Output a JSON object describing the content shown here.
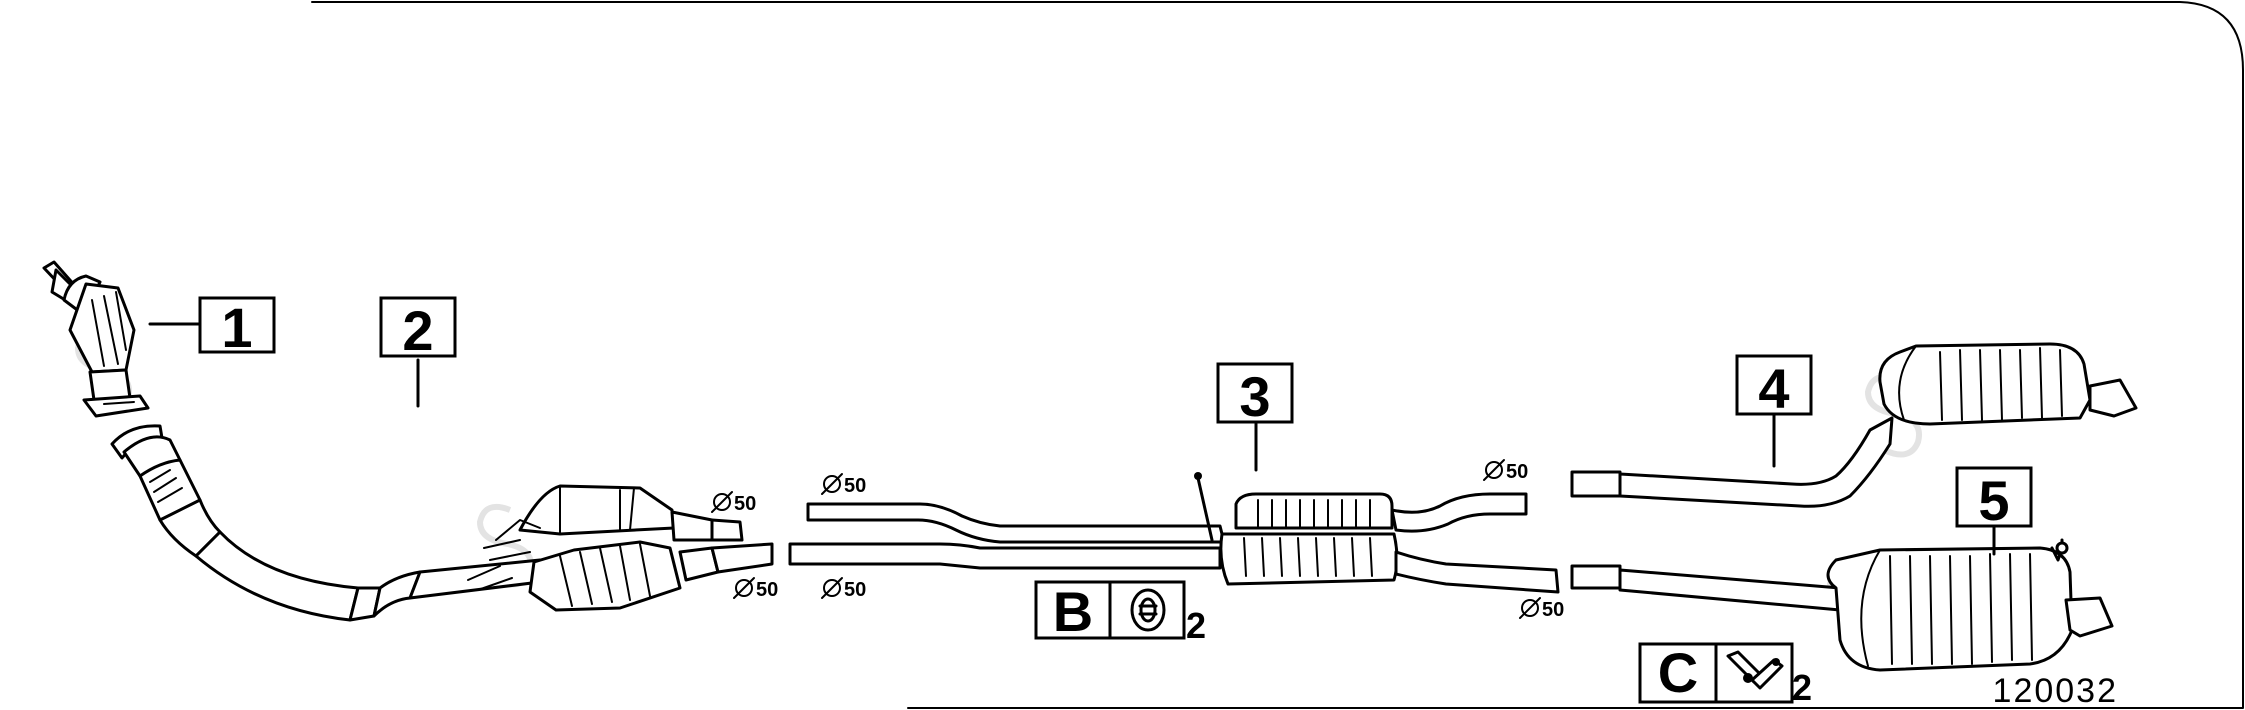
{
  "parts": [
    {
      "number": "1",
      "name": "front-pipe-catalytic"
    },
    {
      "number": "2",
      "name": "dual-catalytic-converter"
    },
    {
      "number": "3",
      "name": "center-silencer-pipes"
    },
    {
      "number": "4",
      "name": "rear-silencer-left"
    },
    {
      "number": "5",
      "name": "rear-silencer-right"
    }
  ],
  "diameter_labels": [
    "50",
    "50",
    "50",
    "50",
    "50",
    "50"
  ],
  "accessories": [
    {
      "letter": "B",
      "icon": "rubber-hanger-icon",
      "quantity": "2"
    },
    {
      "letter": "C",
      "icon": "clamp-bracket-icon",
      "quantity": "2"
    }
  ],
  "diagram_code": "120032",
  "colors": {
    "line": "#000000",
    "background": "#ffffff",
    "watermark": "#e3e3e3"
  }
}
